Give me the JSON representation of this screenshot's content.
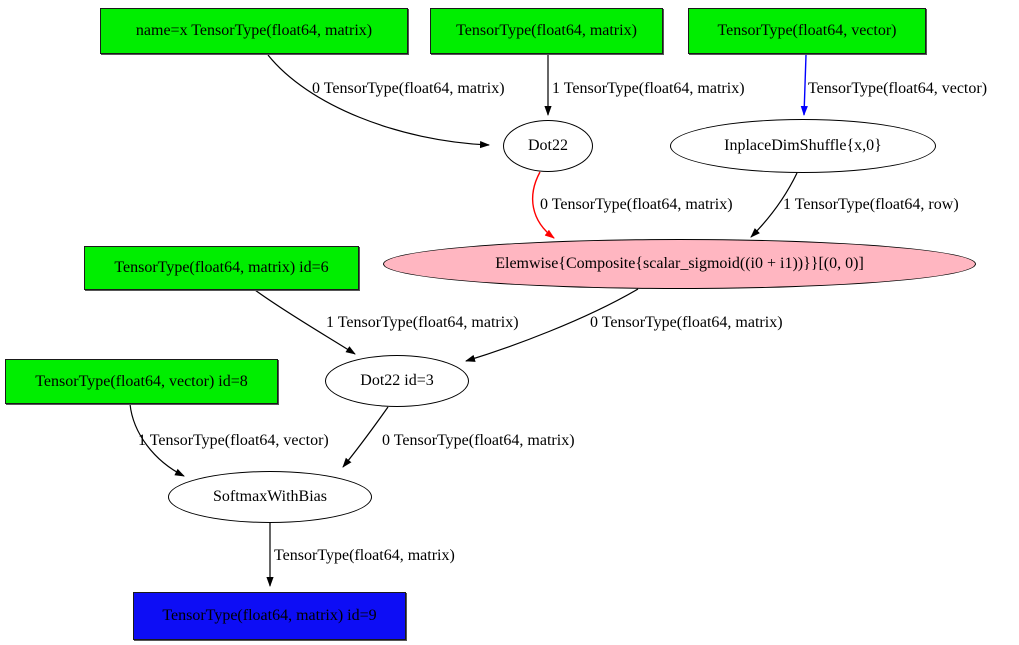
{
  "graph": {
    "title": "Theano computation graph",
    "colors": {
      "input_fill": "#00ee00",
      "output_fill": "#0d0df5",
      "elemwise_fill": "#ffb6c1",
      "op_fill": "#ffffff",
      "edge_default": "#000000",
      "edge_red": "#ff0000",
      "edge_blue": "#0000ff"
    },
    "nodes": [
      {
        "id": "input-x",
        "shape": "box",
        "label": "name=x TensorType(float64, matrix)"
      },
      {
        "id": "input-w",
        "shape": "box",
        "label": "TensorType(float64, matrix)"
      },
      {
        "id": "input-v",
        "shape": "box",
        "label": "TensorType(float64, vector)"
      },
      {
        "id": "dot22",
        "shape": "ellipse",
        "label": "Dot22"
      },
      {
        "id": "dimshuffle",
        "shape": "ellipse",
        "label": "InplaceDimShuffle{x,0}"
      },
      {
        "id": "elemwise",
        "shape": "ellipse",
        "label": "Elemwise{Composite{scalar_sigmoid((i0 + i1))}}[(0, 0)]"
      },
      {
        "id": "input-id6",
        "shape": "box",
        "label": "TensorType(float64, matrix) id=6"
      },
      {
        "id": "dot22-id3",
        "shape": "ellipse",
        "label": "Dot22 id=3"
      },
      {
        "id": "input-id8",
        "shape": "box",
        "label": "TensorType(float64, vector) id=8"
      },
      {
        "id": "softmax",
        "shape": "ellipse",
        "label": "SoftmaxWithBias"
      },
      {
        "id": "output-id9",
        "shape": "box",
        "label": "TensorType(float64, matrix) id=9"
      }
    ],
    "edges": [
      {
        "from": "input-x",
        "to": "dot22",
        "color": "black",
        "label": "0 TensorType(float64, matrix)"
      },
      {
        "from": "input-w",
        "to": "dot22",
        "color": "black",
        "label": "1 TensorType(float64, matrix)"
      },
      {
        "from": "input-v",
        "to": "dimshuffle",
        "color": "blue",
        "label": "TensorType(float64, vector)"
      },
      {
        "from": "dot22",
        "to": "elemwise",
        "color": "red",
        "label": "0 TensorType(float64, matrix)"
      },
      {
        "from": "dimshuffle",
        "to": "elemwise",
        "color": "black",
        "label": "1 TensorType(float64, row)"
      },
      {
        "from": "input-id6",
        "to": "dot22-id3",
        "color": "black",
        "label": "1 TensorType(float64, matrix)"
      },
      {
        "from": "elemwise",
        "to": "dot22-id3",
        "color": "black",
        "label": "0 TensorType(float64, matrix)"
      },
      {
        "from": "input-id8",
        "to": "softmax",
        "color": "black",
        "label": "1 TensorType(float64, vector)"
      },
      {
        "from": "dot22-id3",
        "to": "softmax",
        "color": "black",
        "label": "0 TensorType(float64, matrix)"
      },
      {
        "from": "softmax",
        "to": "output-id9",
        "color": "black",
        "label": "TensorType(float64, matrix)"
      }
    ]
  }
}
